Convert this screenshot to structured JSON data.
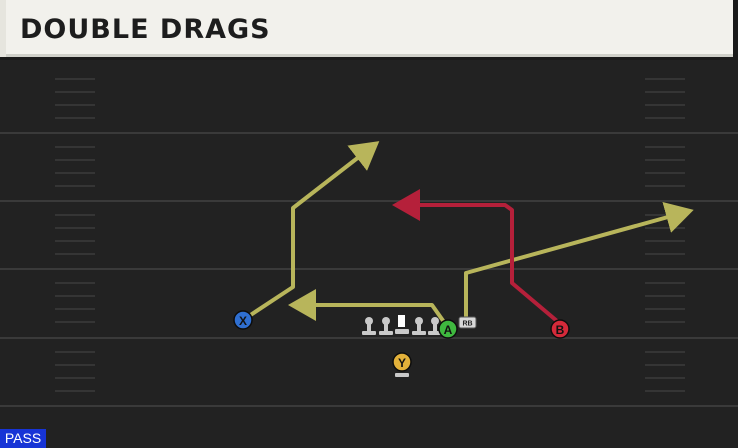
{
  "play": {
    "title": "DOUBLE DRAGS",
    "type_tag": "PASS"
  },
  "colors": {
    "route_primary": "#b8b55b",
    "route_secondary": "#b5203a",
    "x_button": "#2f6fd1",
    "a_button": "#3fb83f",
    "b_button": "#d42a3a",
    "y_button": "#e2b13a",
    "type_tag": "#1734d6"
  },
  "players": {
    "x_receiver": {
      "button": "X"
    },
    "a_receiver": {
      "button": "A"
    },
    "b_receiver": {
      "button": "B"
    },
    "y_receiver": {
      "button": "Y"
    },
    "running_back": {
      "label": "RB"
    }
  },
  "routes": {
    "x_route": {
      "receiver": "X",
      "shape": "slant-and-go"
    },
    "a_route": {
      "receiver": "A",
      "shape": "drag"
    },
    "b_route": {
      "receiver": "B",
      "shape": "drag"
    },
    "rb_route": {
      "receiver": "RB",
      "shape": "wheel-out"
    }
  },
  "offensive_line": {
    "linemen": 5,
    "center_icon": "center-lineman-icon"
  }
}
